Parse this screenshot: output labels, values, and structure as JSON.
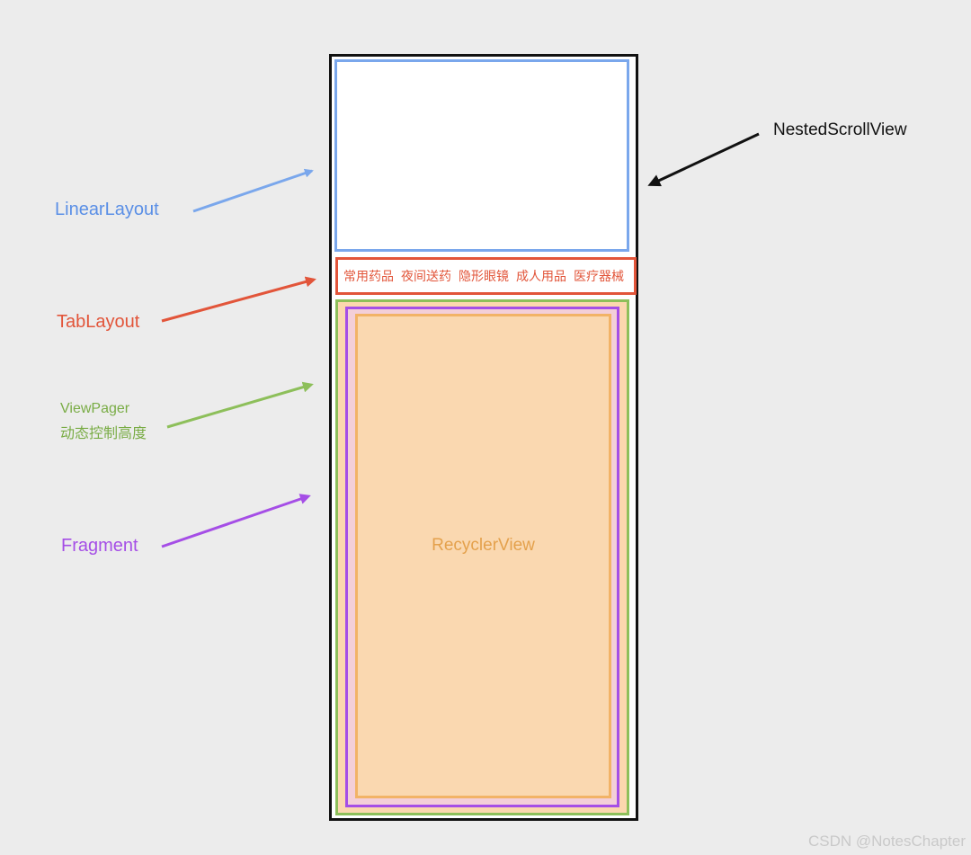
{
  "labels": {
    "linear_layout": "LinearLayout",
    "tab_layout": "TabLayout",
    "view_pager_line1": "ViewPager",
    "view_pager_line2": "动态控制高度",
    "fragment": "Fragment",
    "nested_scroll_view": "NestedScrollView",
    "recycler_view": "RecyclerView"
  },
  "tabs": [
    "常用药品",
    "夜间送药",
    "隐形眼镜",
    "成人用品",
    "医疗器械"
  ],
  "watermark": "CSDN @NotesChapter",
  "colors": {
    "linear_layout": "#5a8fe6",
    "tab_layout": "#e2553a",
    "view_pager": "#79ac45",
    "fragment": "#a54ee6",
    "recycler_view": "#e4a14c",
    "nested_scroll_view": "#111111"
  }
}
